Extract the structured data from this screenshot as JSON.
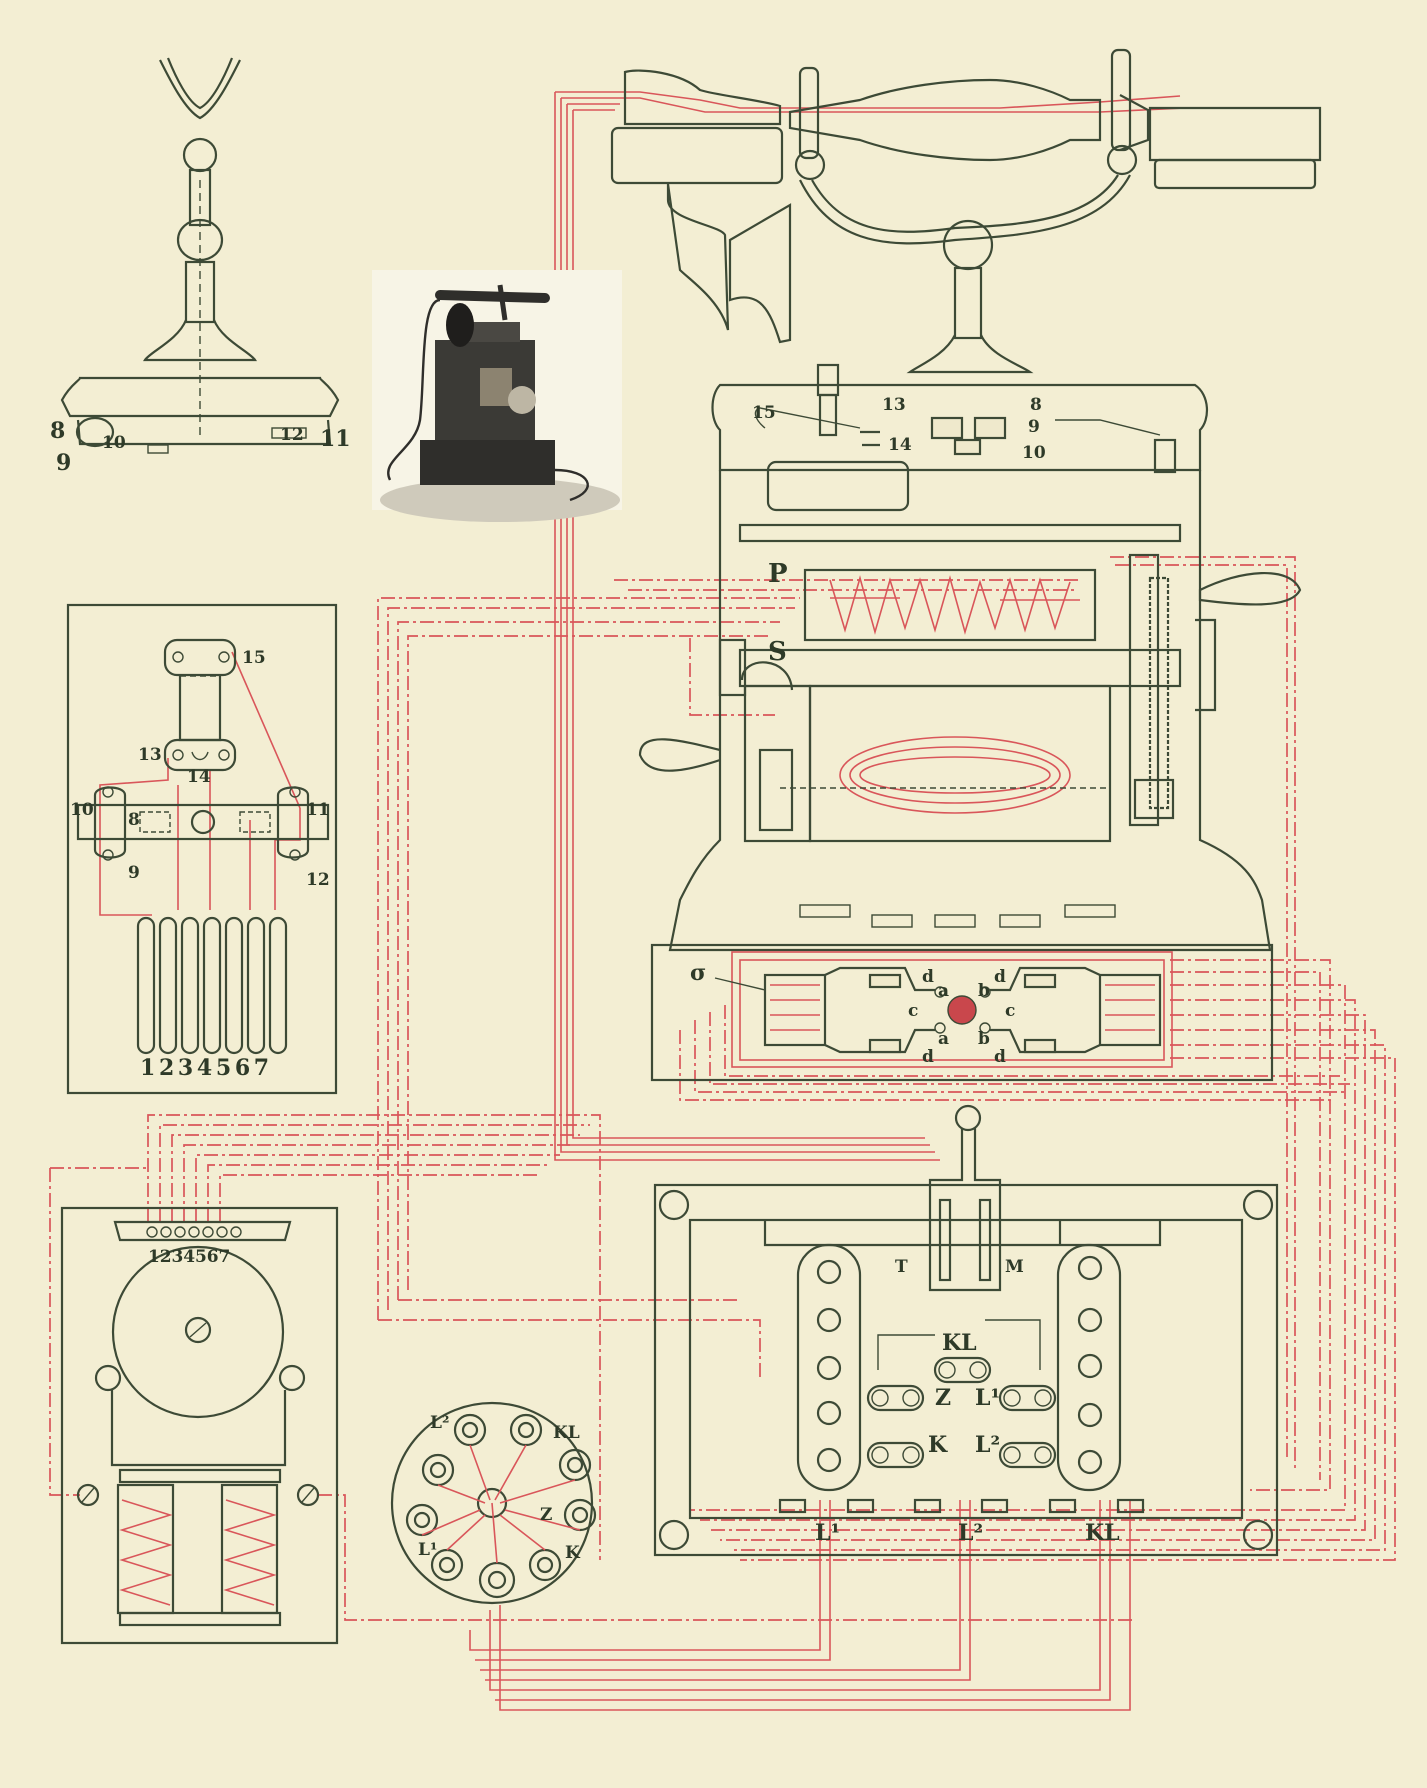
{
  "labels": {
    "handset_stand": {
      "n8": "8",
      "n9": "9",
      "n10": "10",
      "n11": "11",
      "n12": "12"
    },
    "hook_switch": {
      "n15": "15",
      "n13": "13",
      "n14": "14",
      "n8": "8",
      "n9": "9",
      "n10": "10"
    },
    "magneto": {
      "P": "P",
      "S": "S"
    },
    "induction_coil": {
      "sigma": "σ",
      "a": "a",
      "b": "b",
      "c": "c",
      "d": "d"
    },
    "switch_panel": {
      "n15": "15",
      "n13": "13",
      "n14": "14",
      "n10": "10",
      "n8": "8",
      "n9": "9",
      "n11": "11",
      "n12": "12",
      "springs": "1 2 3 4 5 6 7"
    },
    "bell": {
      "terminals": "1 2 3 4 5 6 7"
    },
    "terminal_board": {
      "T": "T",
      "M": "M",
      "KL": "KL",
      "Z": "Z",
      "L1": "L¹",
      "K": "K",
      "L2": "L²",
      "bottom_L1": "L¹",
      "bottom_L2": "L²",
      "bottom_KL": "KL"
    },
    "rosette": {
      "L2": "L²",
      "KL": "KL",
      "Z": "Z",
      "L1": "L¹",
      "K": "K"
    }
  },
  "colors": {
    "paper": "#f3eed3",
    "ink": "#3d4a36",
    "wire": "#d9565a"
  }
}
